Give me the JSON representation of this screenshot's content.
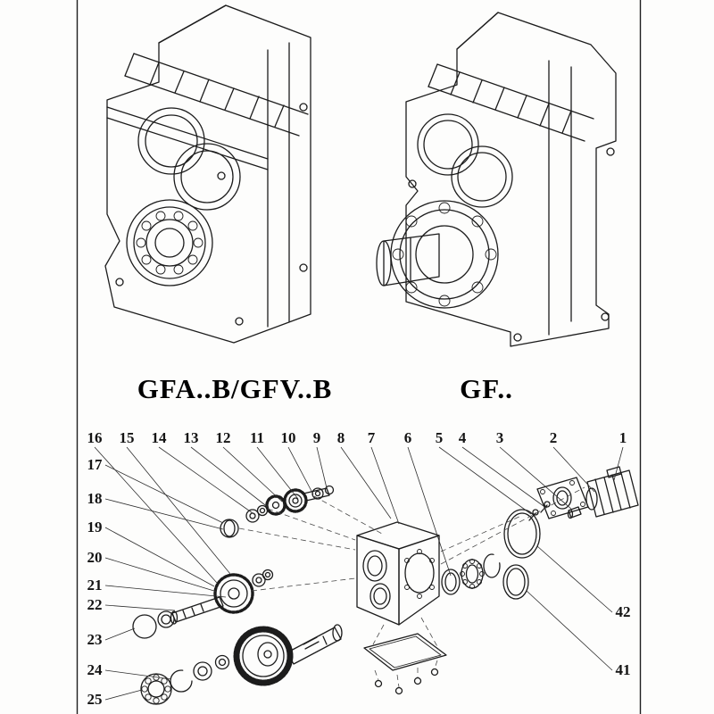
{
  "captions": {
    "left": "GFA..B/GFV..B",
    "right": "GF.."
  },
  "exploded": {
    "top_row": [
      "16",
      "15",
      "14",
      "13",
      "12",
      "11",
      "10",
      "9",
      "8",
      "7",
      "6",
      "5",
      "4",
      "3",
      "2",
      "1"
    ],
    "left_col": [
      "17",
      "18",
      "19",
      "20",
      "21",
      "22",
      "23",
      "24",
      "25"
    ],
    "right_col": [
      "42",
      "41"
    ]
  }
}
